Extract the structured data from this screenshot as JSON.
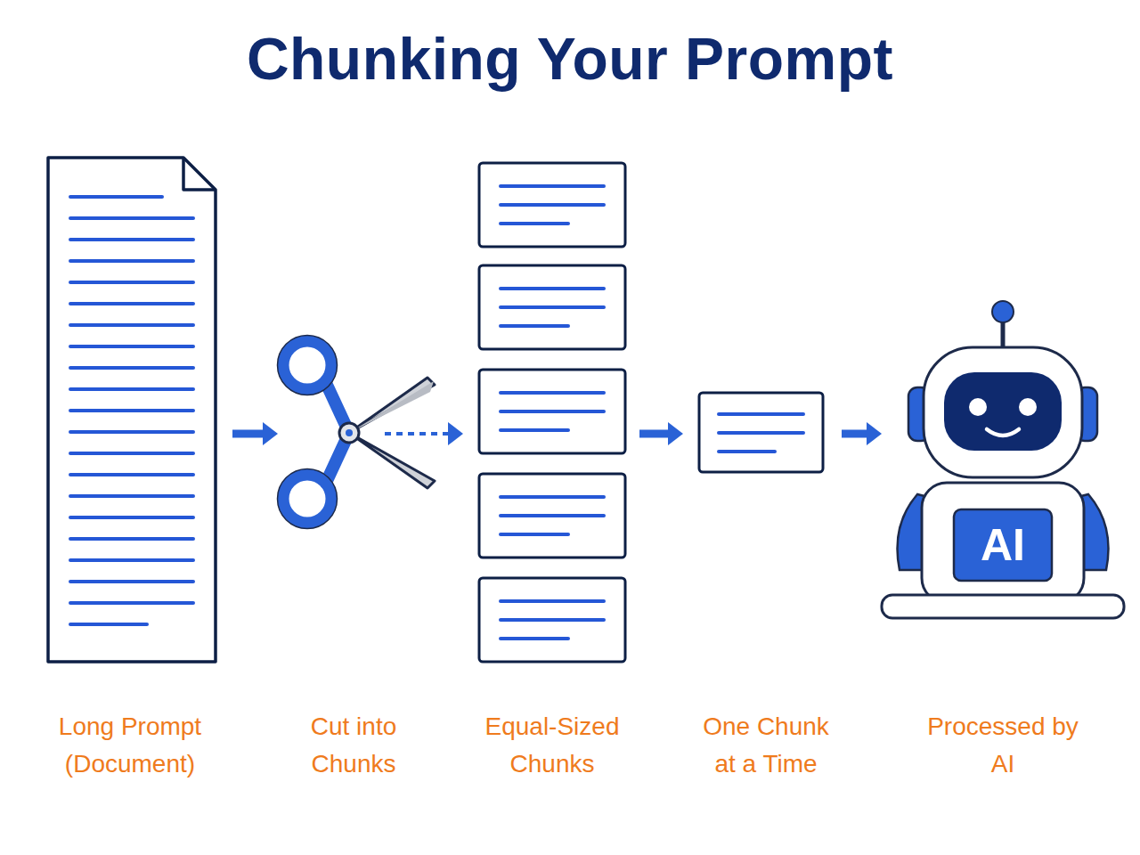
{
  "diagram": {
    "title": "Chunking Your Prompt",
    "nodes": [
      {
        "text": [
          "Long Prompt (Document)"
        ]
      },
      {
        "text": [
          "Cut into Chunks"
        ]
      },
      {
        "text": [
          "Equal-Sized Chunks"
        ]
      },
      {
        "text": [
          "One Chunk at a Time"
        ]
      },
      {
        "text": [
          "Processed by AI"
        ]
      }
    ],
    "edges": [
      {
        "from": 0,
        "to": 1,
        "arrow": "to"
      },
      {
        "from": 1,
        "to": 2,
        "arrow": "to"
      },
      {
        "from": 2,
        "to": 3,
        "arrow": "to"
      },
      {
        "from": 3,
        "to": 4,
        "arrow": "to"
      }
    ],
    "labels": [
      "AI"
    ]
  }
}
